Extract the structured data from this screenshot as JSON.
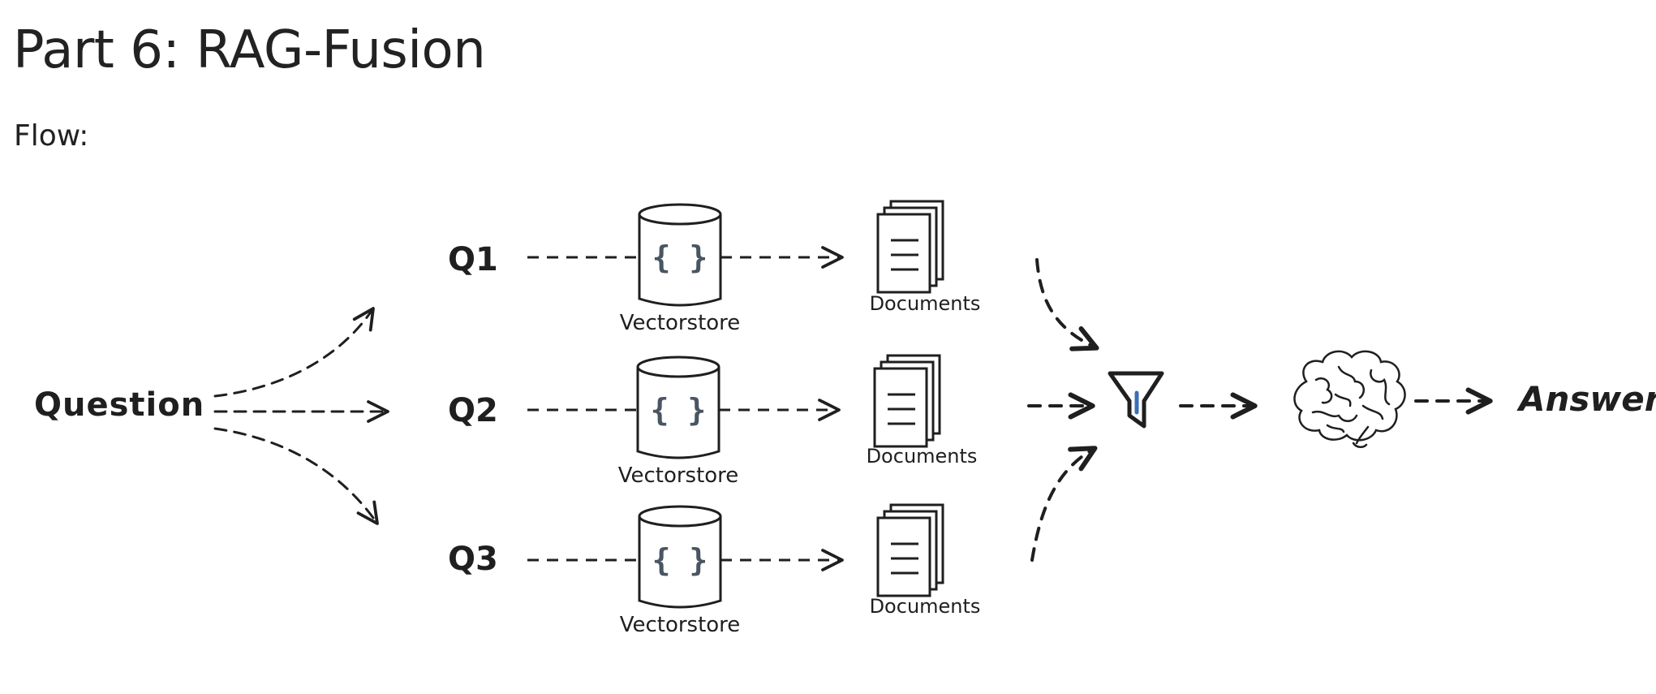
{
  "page": {
    "title": "Part 6: RAG-Fusion",
    "flow_label": "Flow:"
  },
  "diagram": {
    "question_label": "Question",
    "queries": [
      {
        "label": "Q1",
        "store_label": "Vectorstore",
        "store_icon": "{ }",
        "docs_label": "Documents"
      },
      {
        "label": "Q2",
        "store_label": "Vectorstore",
        "store_icon": "{ }",
        "docs_label": "Documents"
      },
      {
        "label": "Q3",
        "store_label": "Vectorstore",
        "store_icon": "{ }",
        "docs_label": "Documents"
      }
    ],
    "answer_label": "Answer",
    "icons": {
      "filter": "funnel-icon",
      "llm": "brain-icon",
      "docs": "documents-icon",
      "store": "database-icon"
    },
    "colors": {
      "ink": "#1f1f1f",
      "store_icon": "#4a5563",
      "filter_accent": "#3b6fb6"
    }
  }
}
